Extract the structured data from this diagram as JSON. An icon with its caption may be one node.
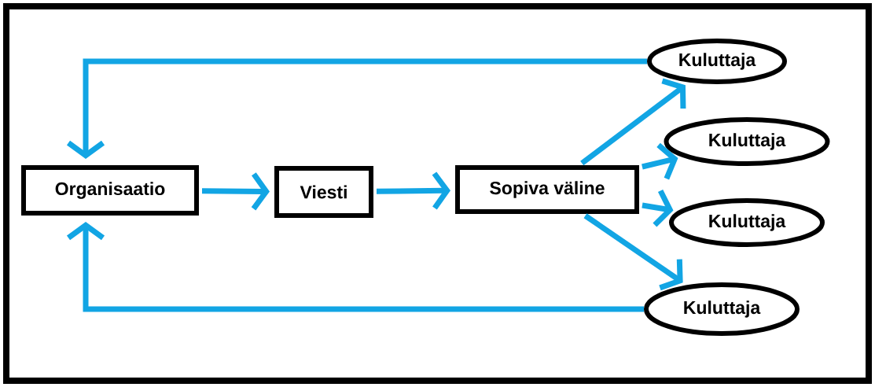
{
  "diagram": {
    "nodes": [
      {
        "text": [
          "Organisaatio"
        ]
      },
      {
        "text": [
          "Viesti"
        ]
      },
      {
        "text": [
          "Sopiva väline"
        ]
      },
      {
        "text": [
          "Kuluttaja"
        ]
      },
      {
        "text": [
          "Kuluttaja"
        ]
      },
      {
        "text": [
          "Kuluttaja"
        ]
      },
      {
        "text": [
          "Kuluttaja"
        ]
      }
    ],
    "edges": [
      {
        "from": 0,
        "to": 1,
        "arrow": "to"
      },
      {
        "from": 1,
        "to": 2,
        "arrow": "to"
      },
      {
        "from": 2,
        "to": 3,
        "arrow": "to"
      },
      {
        "from": 2,
        "to": 4,
        "arrow": "to"
      },
      {
        "from": 2,
        "to": 5,
        "arrow": "to"
      },
      {
        "from": 2,
        "to": 6,
        "arrow": "to"
      },
      {
        "from": 3,
        "to": 0,
        "arrow": "to"
      },
      {
        "from": 6,
        "to": 0,
        "arrow": "to"
      }
    ]
  }
}
